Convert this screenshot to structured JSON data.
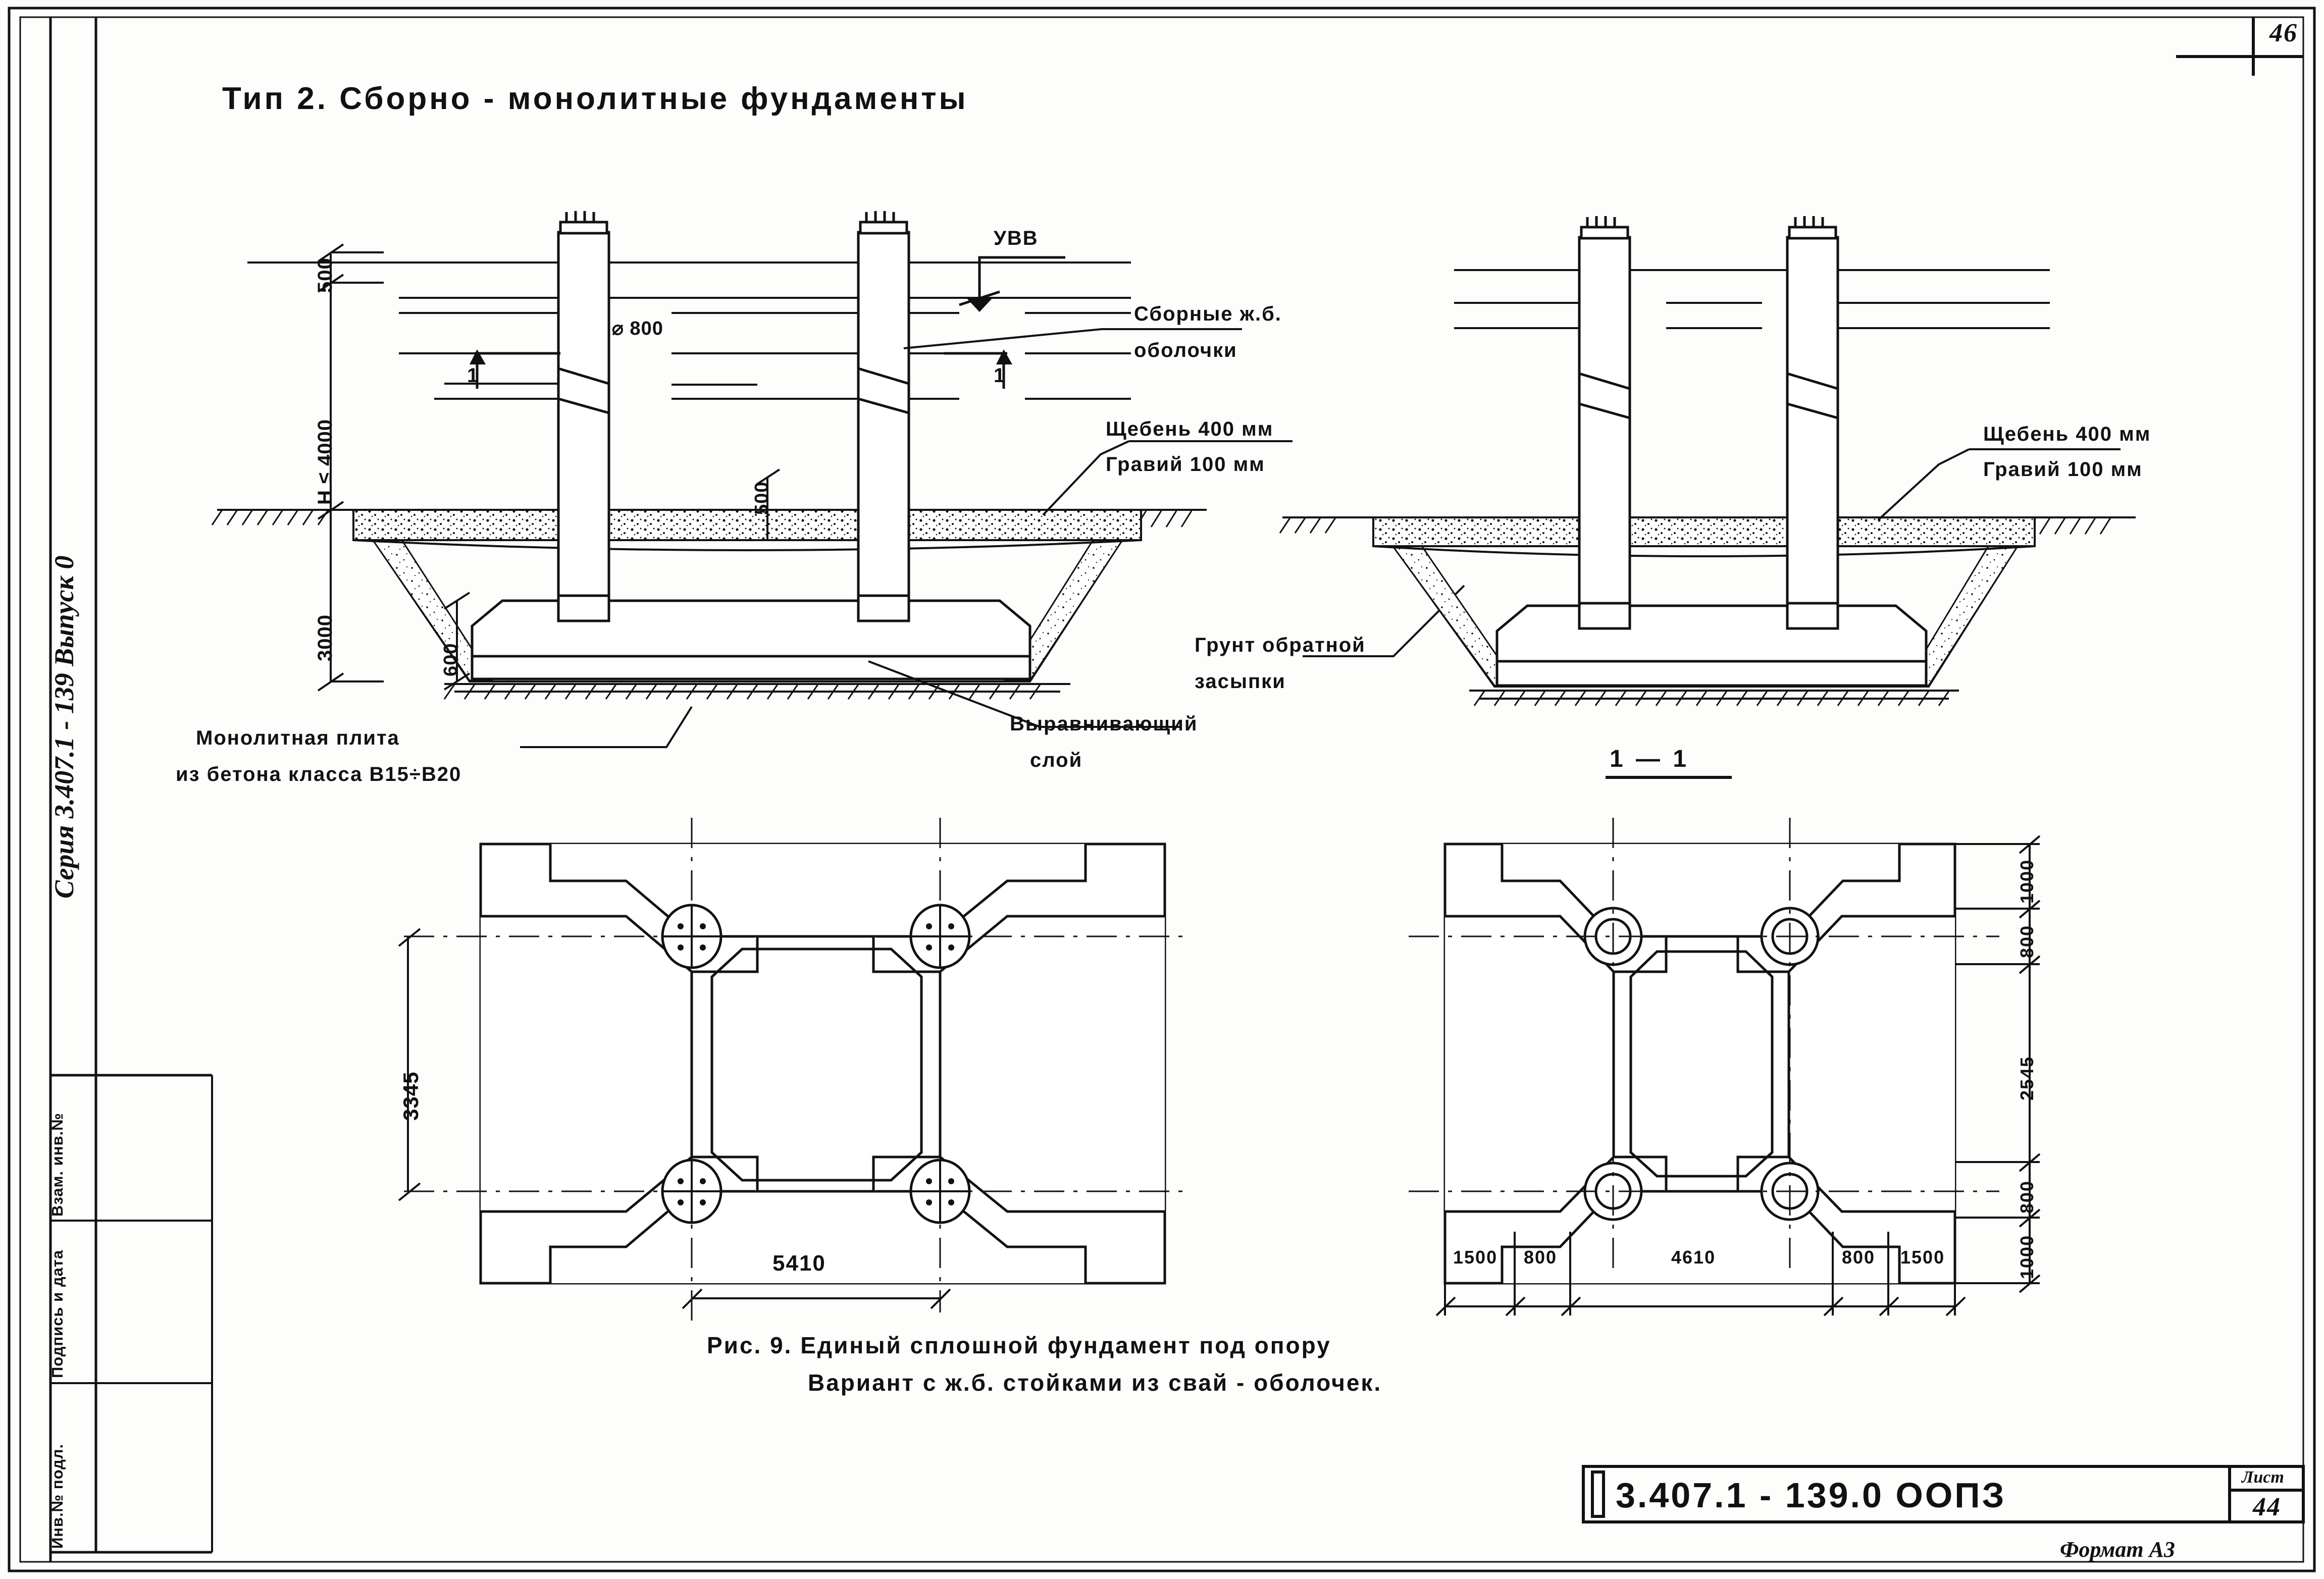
{
  "page": {
    "number": "46",
    "format_note": "Формат А3"
  },
  "margin": {
    "series_label": "Серия 3.407.1 - 139 Выпуск 0",
    "stamp_rows": [
      "Инв.№ подл.",
      "Подпись и дата",
      "Взам. инв.№"
    ]
  },
  "header": {
    "title": "Тип 2.  Сборно - монолитные   фундаменты"
  },
  "elevation_left": {
    "dims": {
      "top_500": "500",
      "height_H": "Н ≤ 4000",
      "depth_3000": "3000",
      "slab_600": "600",
      "layer_500": "500",
      "pile_dia": "⌀ 800"
    },
    "section_marks": [
      "1",
      "1"
    ],
    "water_level_label": "УВВ"
  },
  "elevation_right": {
    "section_title": "1 — 1"
  },
  "callouts": {
    "precast_shells": {
      "line1": "Сборные  ж.б.",
      "line2": "оболочки"
    },
    "crushed_stone_left": {
      "line1": "Щебень   400 мм",
      "line2": "Гравий   100 мм"
    },
    "crushed_stone_right": {
      "line1": "Щебень 400 мм",
      "line2": "Гравий  100 мм"
    },
    "backfill": {
      "line1": "Грунт  обратной",
      "line2": "засыпки"
    },
    "monolithic_slab": {
      "line1": "Монолитная  плита",
      "line2": "из бетона  класса В15÷В20"
    },
    "levelling_layer": {
      "line1": "Выравнивающий",
      "line2": "слой"
    }
  },
  "plan_left": {
    "dim_vertical": "3345",
    "dim_horizontal": "5410"
  },
  "plan_right": {
    "dims_vertical": [
      "1000",
      "800",
      "2545",
      "800",
      "1000"
    ],
    "dims_horizontal": [
      "1500",
      "800",
      "4610",
      "800",
      "1500"
    ]
  },
  "caption": {
    "line1": "Рис. 9.  Единый  сплошной   фундамент   под   опору",
    "line2": "Вариант с ж.б.  стойками   из  свай - оболочек."
  },
  "title_block": {
    "code": "3.407.1 - 139.0     ООПЗ",
    "sheet_label": "Лист",
    "sheet_number": "44"
  },
  "colors": {
    "ink": "#111111",
    "paper": "#fdfdfb"
  }
}
